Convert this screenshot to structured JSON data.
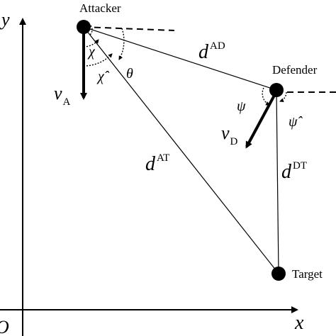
{
  "diagram": {
    "axes": {
      "x_label": "x",
      "y_label": "y",
      "origin_label": "O"
    },
    "nodes": [
      {
        "id": "attacker",
        "label": "Attacker"
      },
      {
        "id": "defender",
        "label": "Defender"
      },
      {
        "id": "target",
        "label": "Target"
      }
    ],
    "distances": {
      "ad": {
        "base": "d",
        "sup": "AD"
      },
      "at": {
        "base": "d",
        "sup": "AT"
      },
      "dt": {
        "base": "d",
        "sup": "DT"
      }
    },
    "velocities": {
      "attacker": {
        "base": "v",
        "sub": "A"
      },
      "defender": {
        "base": "v",
        "sub": "D"
      }
    },
    "angles": {
      "chi": "χ",
      "chi_hat": "χ̂",
      "theta": "θ",
      "psi": "ψ",
      "psi_hat": "ψ̂"
    },
    "colors": {
      "ink": "#000000",
      "background": "#ffffff"
    }
  }
}
